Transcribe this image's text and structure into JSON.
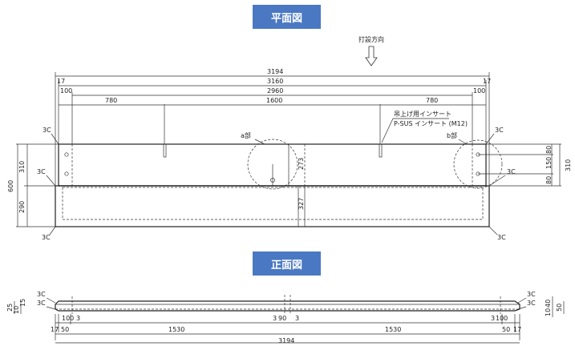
{
  "views": {
    "plan_title": "平面図",
    "front_title": "正面図"
  },
  "annotations": {
    "direction": "打設方向",
    "part_a": "a部",
    "part_b": "b部",
    "insert_line1": "吊上げ用インサート",
    "insert_line2": "P-SUS インサート (M12)",
    "chamfer": "3C"
  },
  "plan_dims": {
    "d3194": "3194",
    "d3160": "3160",
    "d2960": "2960",
    "d17": "17",
    "d100": "100",
    "d780": "780",
    "d1600": "1600",
    "d600": "600",
    "d310": "310",
    "d290": "290",
    "d273": "273",
    "d327": "327",
    "d80": "80",
    "d150": "150"
  },
  "front_dims": {
    "d25": "25",
    "d10": "10",
    "d15": "15",
    "d40": "40",
    "d50": "50",
    "d17": "17",
    "d100": "100",
    "d3": "3",
    "d1530": "1530",
    "d90": "90",
    "d3194": "3194"
  }
}
